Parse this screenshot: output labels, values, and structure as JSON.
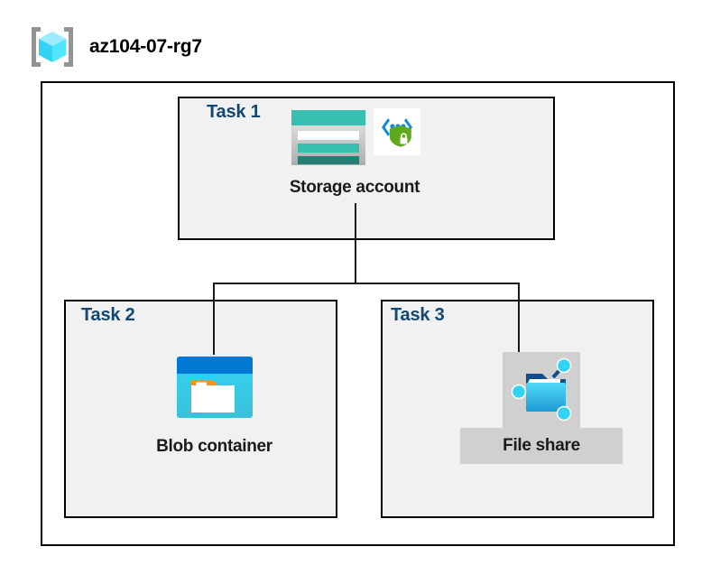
{
  "header": {
    "icon": "resource-group-cube-icon",
    "title": "az104-07-rg7"
  },
  "diagram": {
    "container_label": "resource-group-container",
    "tasks": [
      {
        "id": "task1",
        "label": "Task 1",
        "node_caption": "Storage account",
        "icons": [
          "storage-account-icon",
          "storage-security-shield-icon"
        ]
      },
      {
        "id": "task2",
        "label": "Task 2",
        "node_caption": "Blob container",
        "icons": [
          "blob-container-icon"
        ]
      },
      {
        "id": "task3",
        "label": "Task 3",
        "node_caption": "File share",
        "icons": [
          "file-share-icon"
        ]
      }
    ],
    "connectors": [
      {
        "name": "storage-to-branch-trunk"
      },
      {
        "name": "branch-horizontal"
      },
      {
        "name": "branch-to-blob-container"
      },
      {
        "name": "branch-to-file-share"
      }
    ]
  },
  "colors": {
    "task_label": "#12476F",
    "box_fill": "#F1F1F1",
    "box_border": "#000000",
    "canvas": "#FFFFFF",
    "storage_teal": "#37BFB0",
    "storage_dark_teal": "#257F76",
    "shield_green": "#5FA91C",
    "bracket_blue": "#0F8BD7",
    "blob_titlebar_blue": "#0078D4",
    "blob_body_cyan": "#32D4F5",
    "blob_folder_orange": "#F7921E",
    "fileshare_blue": "#32BEDD",
    "fileshare_dark_blue": "#0E4E8C",
    "highlight_gray": "#D0D0D0",
    "rg_cube_cyan": "#9CEBFF",
    "rg_bracket_gray": "#949494"
  }
}
